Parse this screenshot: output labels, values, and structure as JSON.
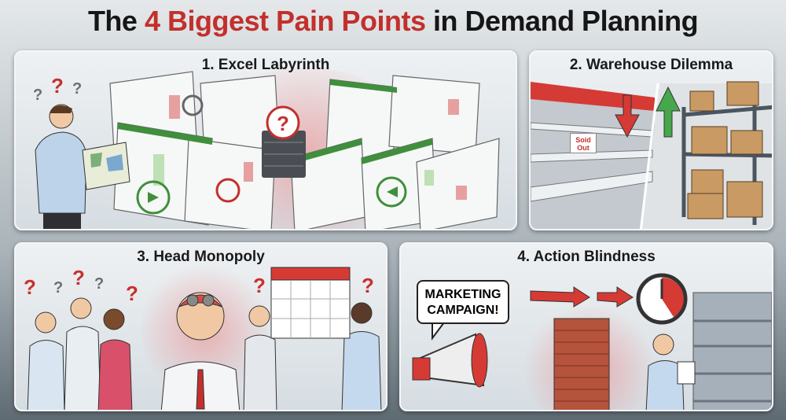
{
  "title": {
    "prefix": "The ",
    "highlight": "4 Biggest Pain Points",
    "suffix": " in Demand Planning"
  },
  "colors": {
    "accent_red": "#c3302c",
    "green": "#3f8f3c",
    "text": "#161616"
  },
  "panels": [
    {
      "title": "1. Excel Labyrinth",
      "icons": [
        "confused-man-icon",
        "spreadsheet-maze-icon",
        "server-question-icon",
        "arrow-circle-icon"
      ]
    },
    {
      "title": "2. Warehouse Dilemma",
      "sign": "Soid Out",
      "icons": [
        "empty-shelf-icon",
        "down-arrow-icon",
        "up-arrow-icon",
        "box-shelf-icon"
      ]
    },
    {
      "title": "3. Head Monopoly",
      "icons": [
        "confused-people-icon",
        "brain-gears-icon",
        "calendar-icon"
      ]
    },
    {
      "title": "4. Action Blindness",
      "bubble": "MARKETING CAMPAIGN!",
      "icons": [
        "megaphone-icon",
        "brick-wall-icon",
        "clock-icon",
        "empty-shelf-icon"
      ]
    }
  ]
}
